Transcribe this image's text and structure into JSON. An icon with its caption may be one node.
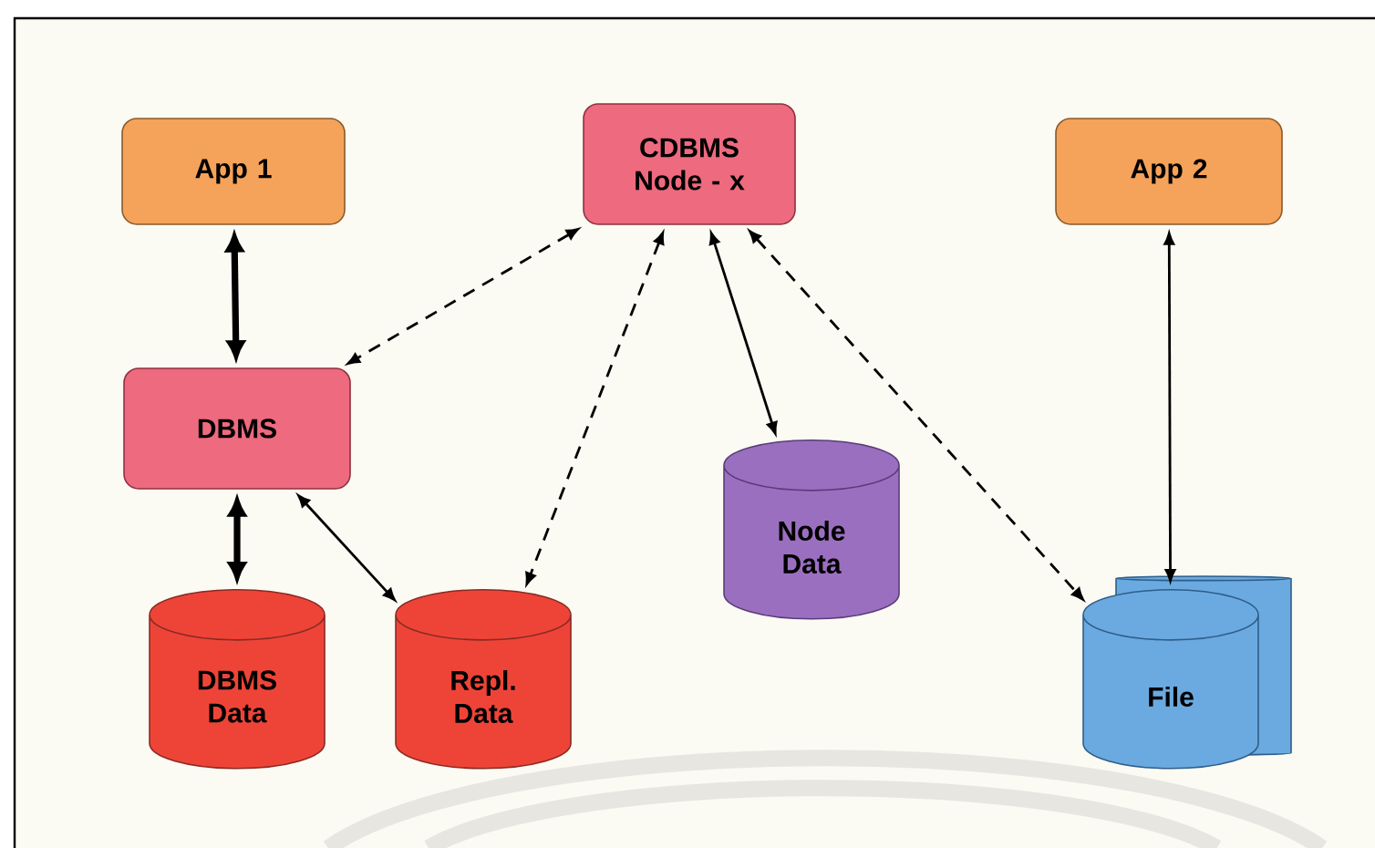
{
  "diagram": {
    "nodes": [
      {
        "text": [
          "App 1"
        ]
      },
      {
        "text": [
          "CDBMS Node - x"
        ]
      },
      {
        "text": [
          "App 2"
        ]
      },
      {
        "text": [
          "DBMS"
        ]
      },
      {
        "text": [
          "Node Data"
        ]
      },
      {
        "text": [
          "DBMS Data"
        ]
      },
      {
        "text": [
          "Repl. Data"
        ]
      },
      {
        "text": [
          "File"
        ]
      }
    ],
    "edges": [
      {
        "from": 0,
        "to": 3,
        "arrow": "both",
        "style": "thick"
      },
      {
        "from": 1,
        "to": 3,
        "arrow": "both",
        "style": "dashed"
      },
      {
        "from": 1,
        "to": 6,
        "arrow": "both",
        "style": "dashed"
      },
      {
        "from": 1,
        "to": 4,
        "arrow": "both"
      },
      {
        "from": 1,
        "to": 7,
        "arrow": "both",
        "style": "dashed"
      },
      {
        "from": 2,
        "to": 7,
        "arrow": "both"
      },
      {
        "from": 3,
        "to": 5,
        "arrow": "both",
        "style": "thick"
      },
      {
        "from": 3,
        "to": 6,
        "arrow": "both"
      }
    ]
  }
}
